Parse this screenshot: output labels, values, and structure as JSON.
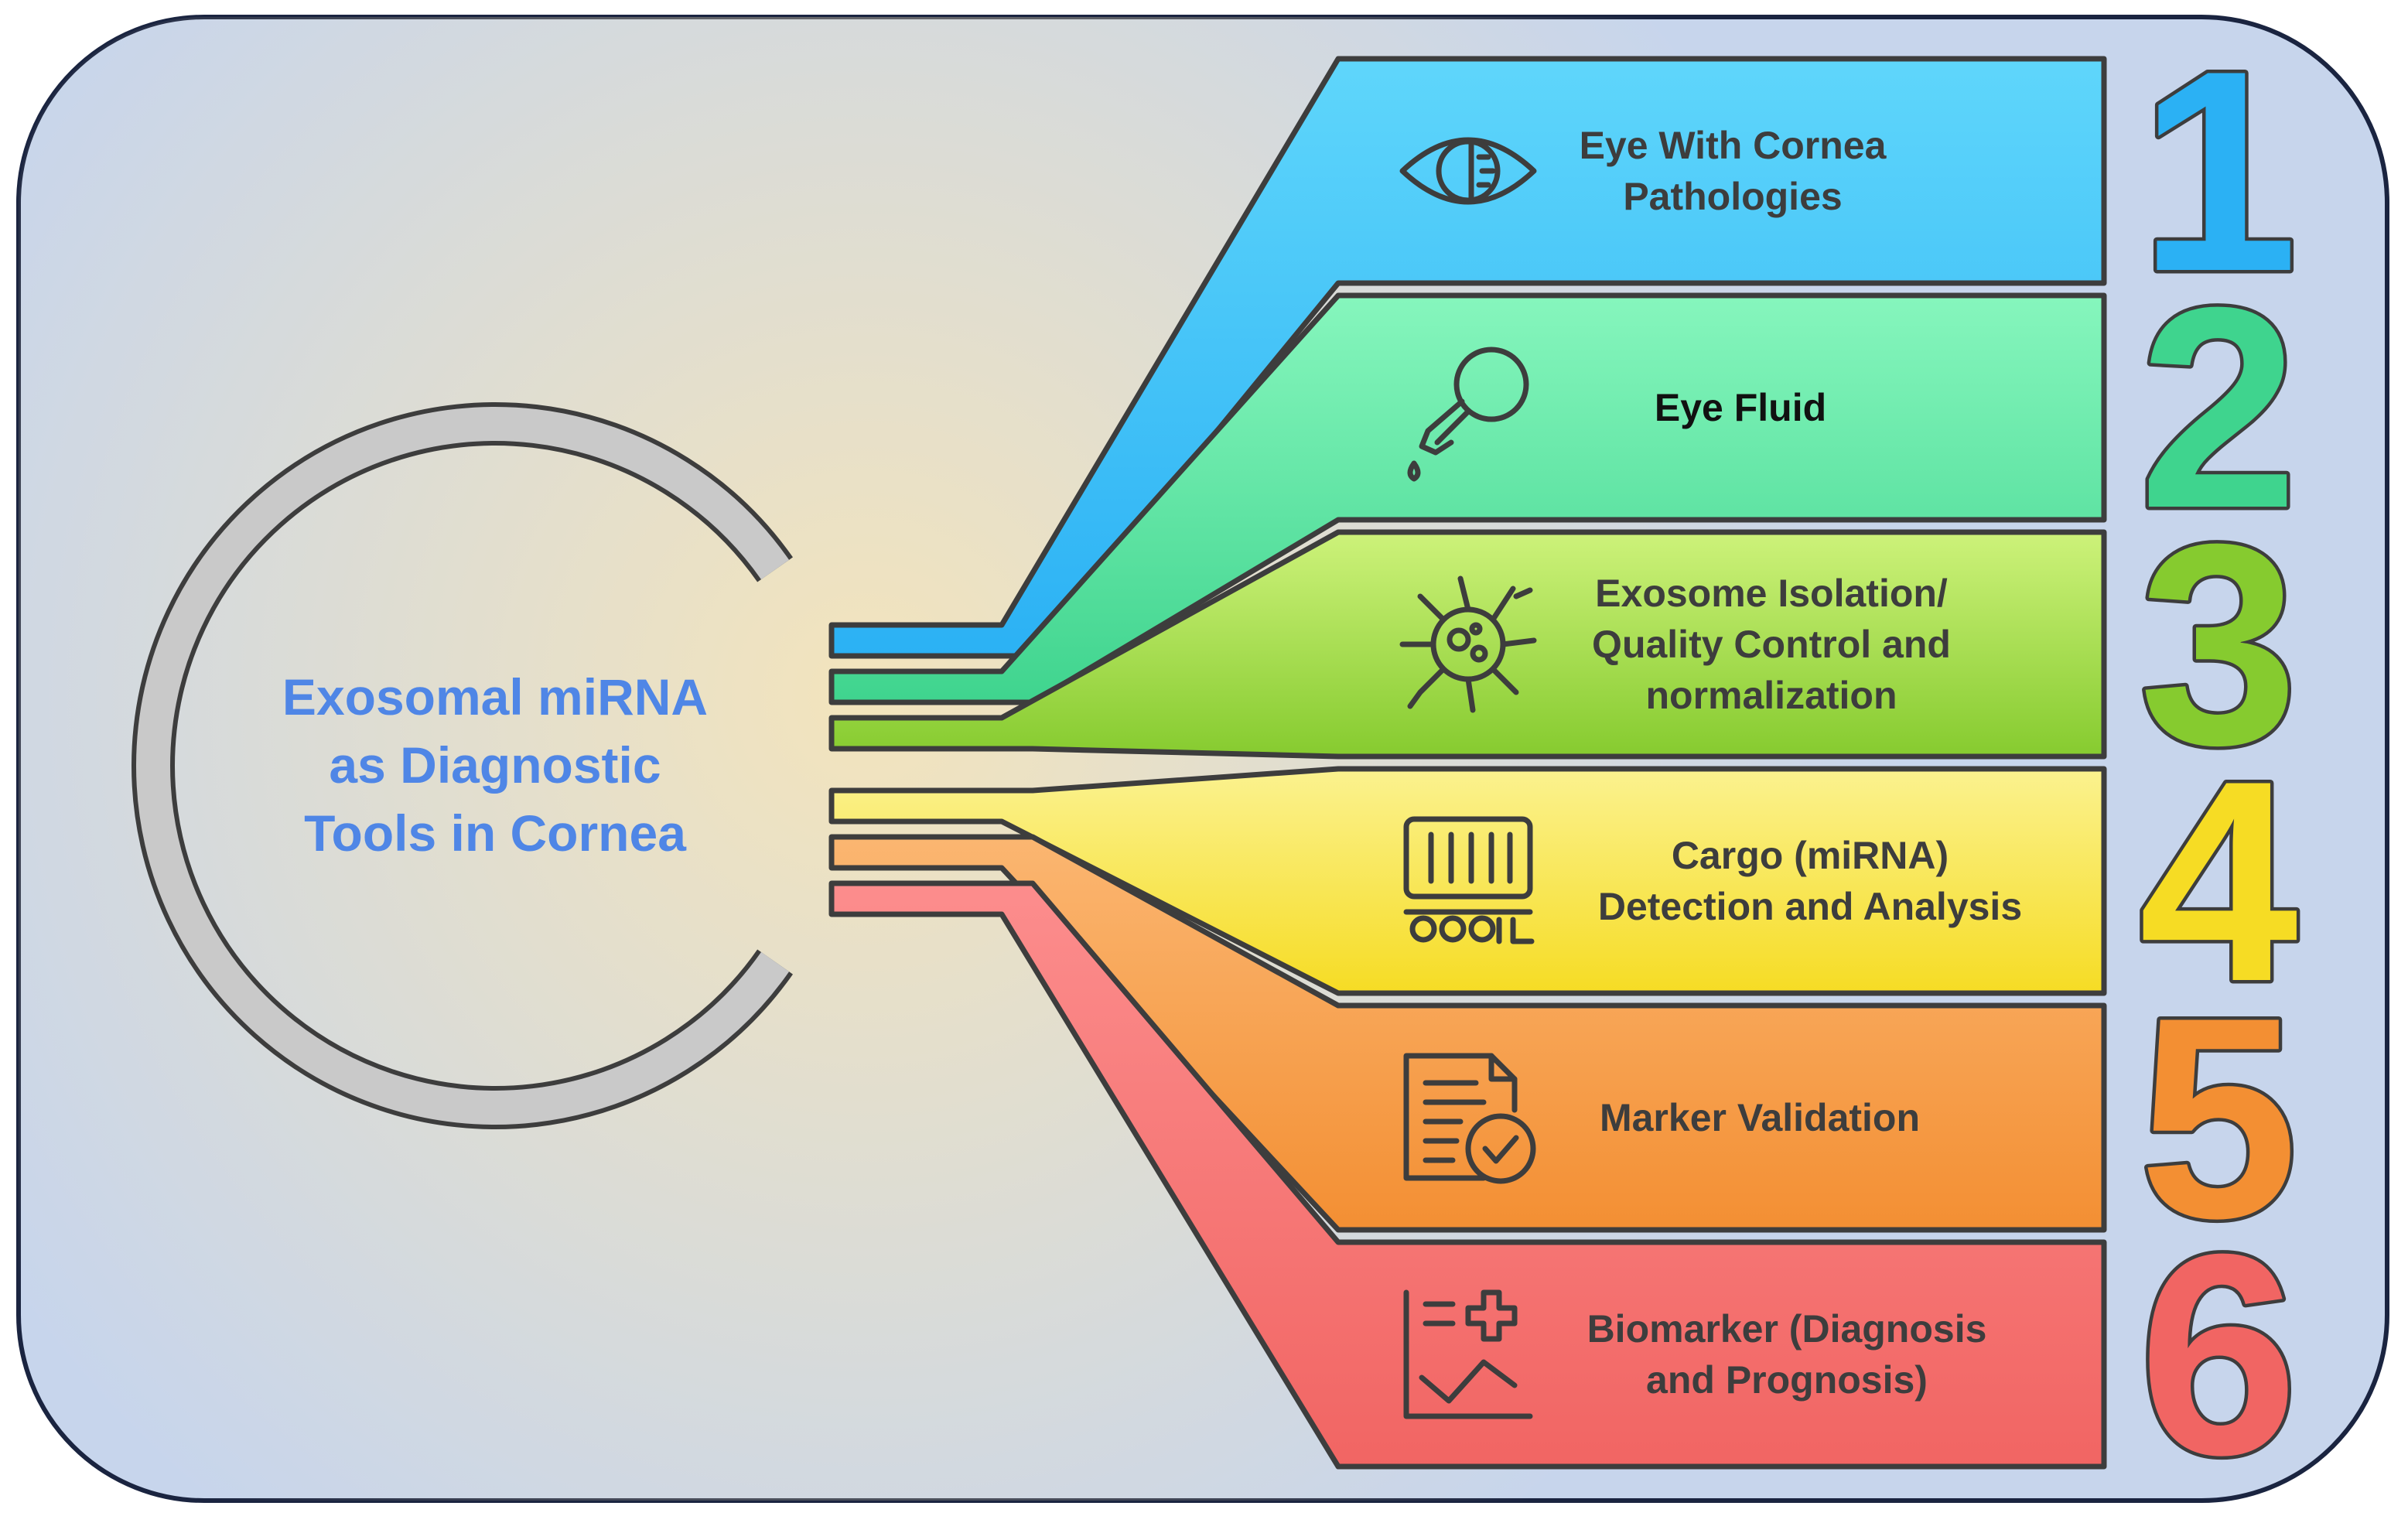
{
  "title_lines": [
    "Exosomal miRNA",
    "as Diagnostic",
    "Tools in Cornea"
  ],
  "colors": {
    "title": "#4f86e6",
    "frame_border": "#1a2440",
    "frame_fill": "#c7d5ec",
    "glow": "#f3e4bc",
    "ring": "#c9c9c9",
    "outline": "#3d3d3d",
    "text": "#3d3d3d"
  },
  "steps": [
    {
      "number": "1",
      "icon": "eye-icon",
      "lines": [
        "Eye With Cornea",
        "Pathologies"
      ],
      "color_top": "#5fd6fb",
      "color_bottom": "#2bb1f4"
    },
    {
      "number": "2",
      "icon": "dropper-icon",
      "lines": [
        "Eye Fluid"
      ],
      "color_top": "#86f6bd",
      "color_bottom": "#3fd48e"
    },
    {
      "number": "3",
      "icon": "exosome-icon",
      "lines": [
        "Exosome Isolation/",
        "Quality Control and",
        "normalization"
      ],
      "color_top": "#cdf27a",
      "color_bottom": "#86cb2f"
    },
    {
      "number": "4",
      "icon": "cargo-train-icon",
      "lines": [
        "Cargo (miRNA)",
        "Detection and Analysis"
      ],
      "color_top": "#fbf28f",
      "color_bottom": "#f6dc24"
    },
    {
      "number": "5",
      "icon": "document-check-icon",
      "lines": [
        "Marker Validation"
      ],
      "color_top": "#fbb671",
      "color_bottom": "#f38f33"
    },
    {
      "number": "6",
      "icon": "chart-medical-icon",
      "lines": [
        "Biomarker (Diagnosis",
        "and Prognosis)"
      ],
      "color_top": "#fc8d8d",
      "color_bottom": "#f16563"
    }
  ]
}
